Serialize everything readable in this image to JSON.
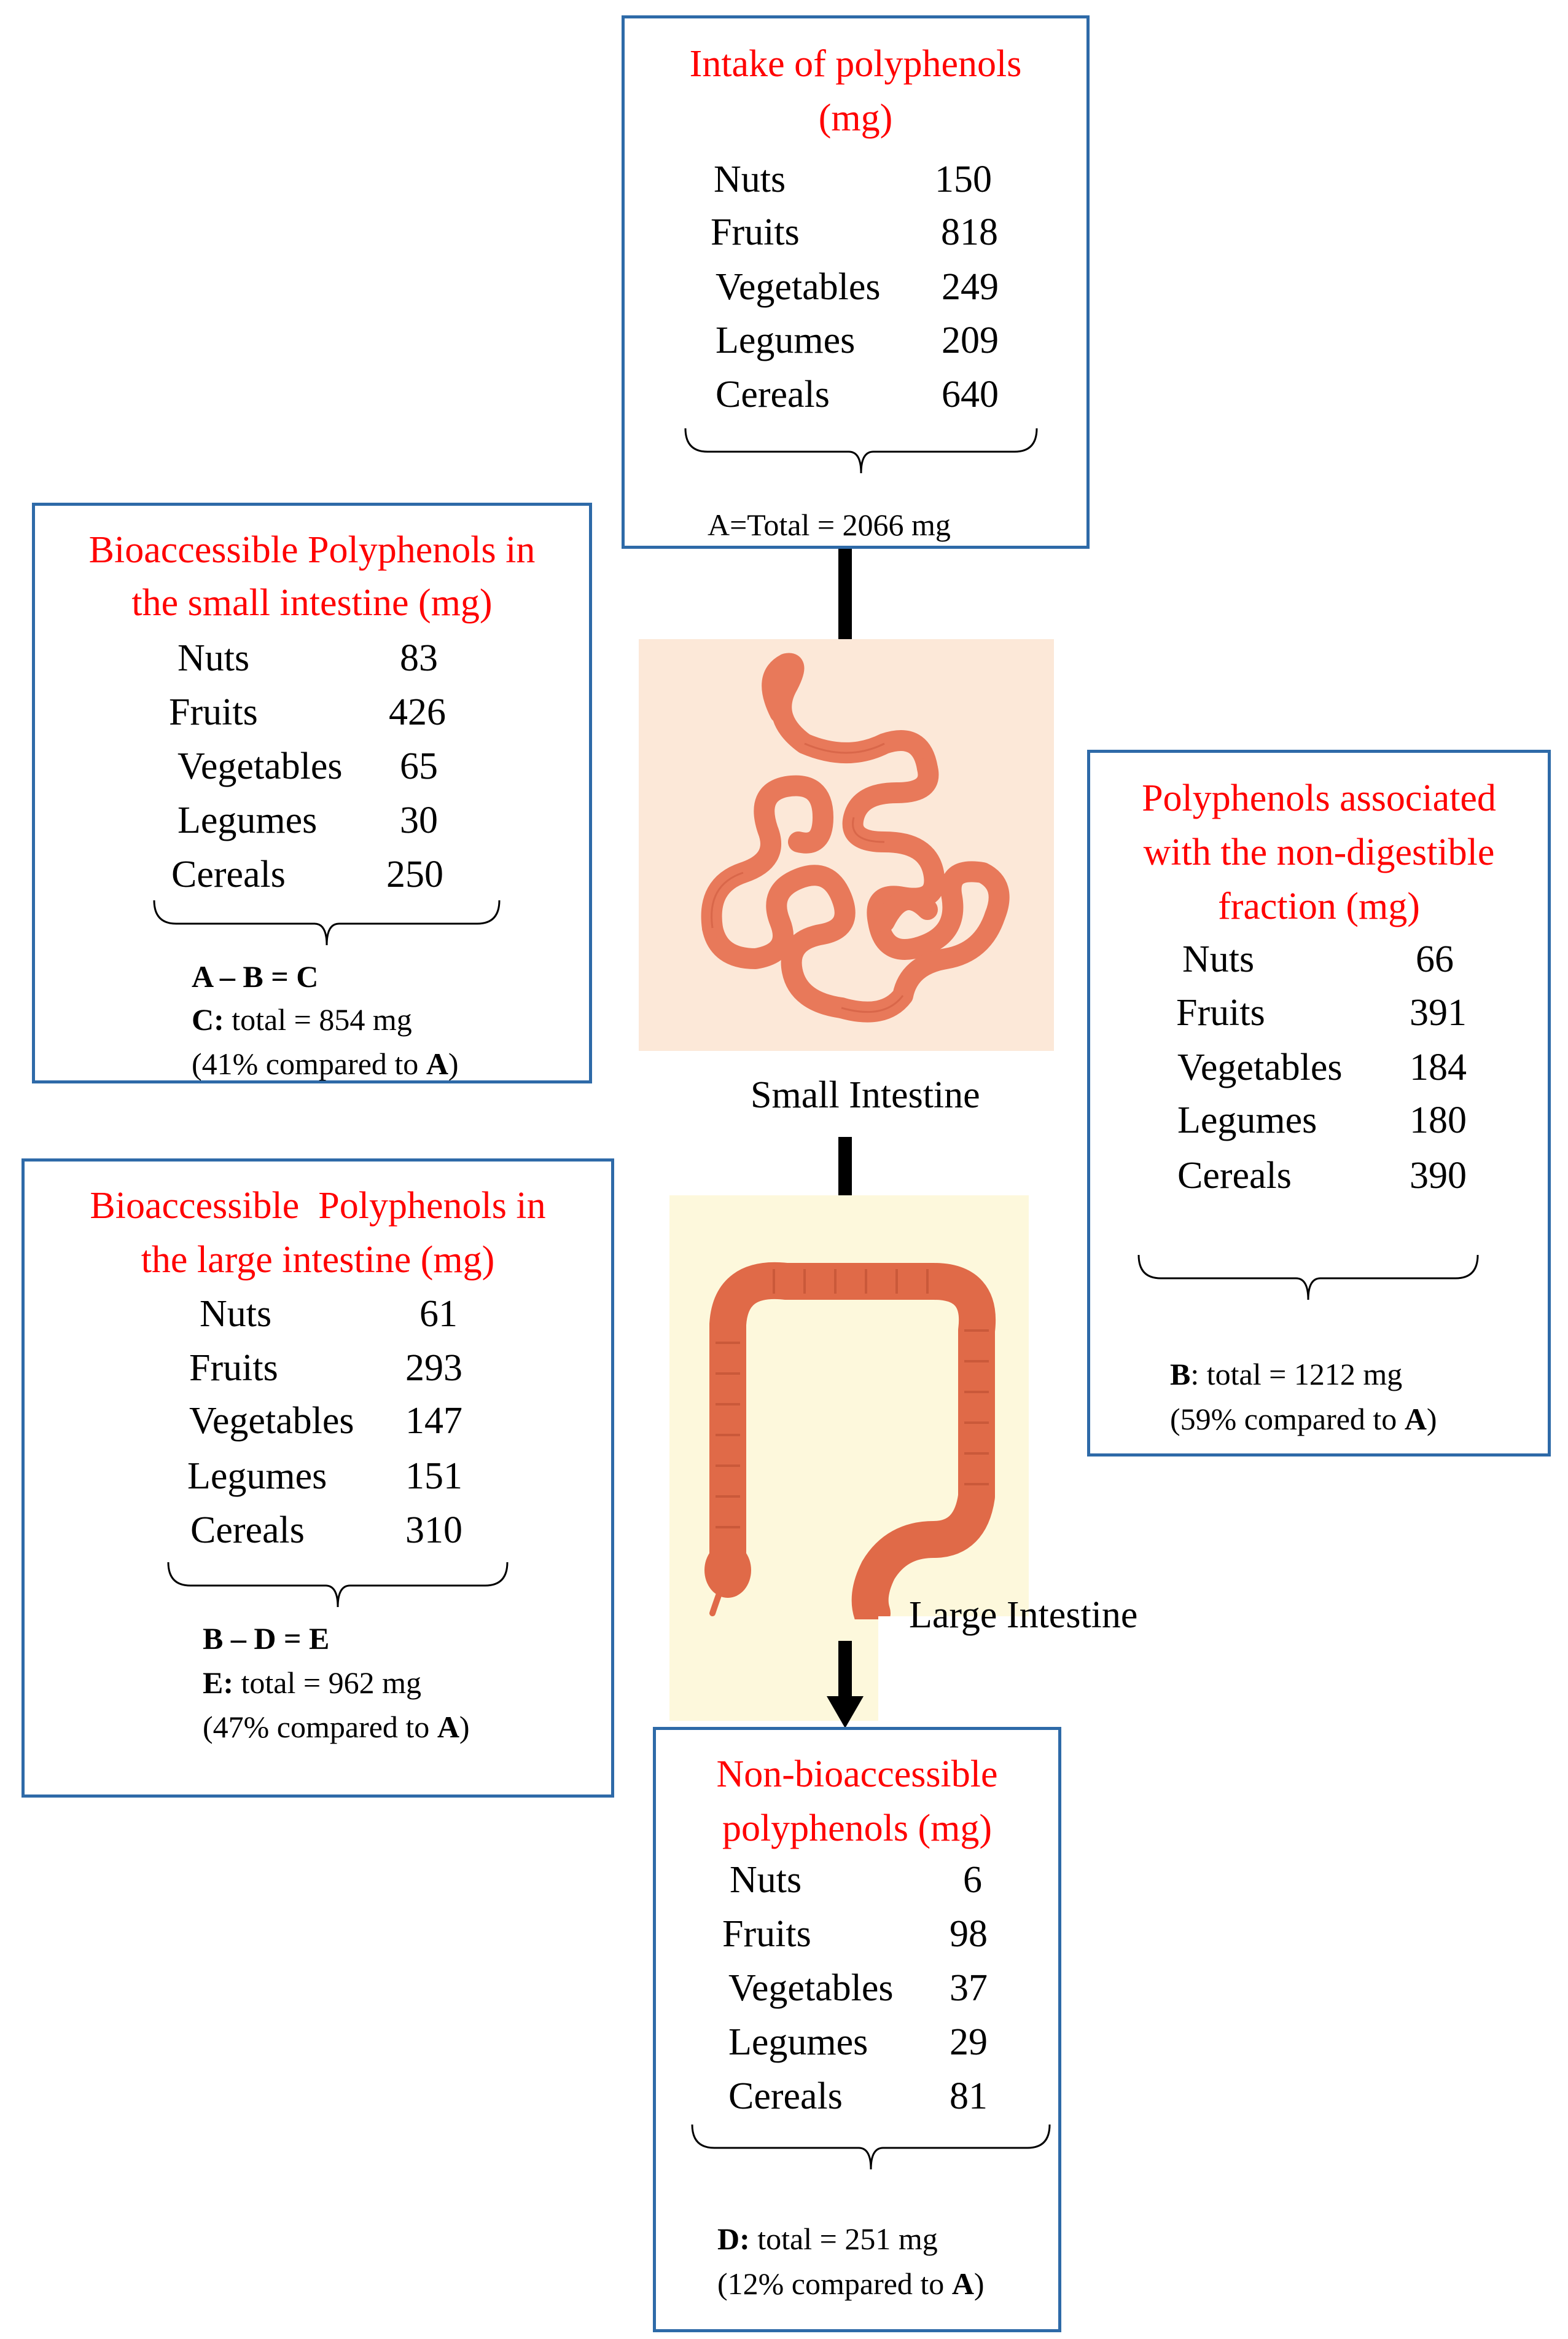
{
  "intake": {
    "title": "Intake of polyphenols (mg)",
    "rows": [
      {
        "label": "Nuts",
        "value": "150"
      },
      {
        "label": "Fruits",
        "value": "818"
      },
      {
        "label": "Vegetables",
        "value": "249"
      },
      {
        "label": "Legumes",
        "value": "209"
      },
      {
        "label": "Cereals",
        "value": "640"
      }
    ],
    "total": "A=Total = 2066 mg"
  },
  "small_bio": {
    "title_line1": "Bioaccessible Polyphenols in",
    "title_line2": "the small intestine (mg)",
    "rows": [
      {
        "label": "Nuts",
        "value": "83"
      },
      {
        "label": "Fruits",
        "value": "426"
      },
      {
        "label": "Vegetables",
        "value": "65"
      },
      {
        "label": "Legumes",
        "value": "30"
      },
      {
        "label": "Cereals",
        "value": "250"
      }
    ],
    "formula": "A – B = C",
    "total_key": "C:",
    "total_text": " total = 854 mg",
    "pct_text_pre": "(41% compared to ",
    "pct_key": "A",
    "pct_text_post": ")"
  },
  "nondigestible": {
    "title_line1": "Polyphenols associated",
    "title_line2": "with the non-digestible",
    "title_line3": "fraction (mg)",
    "rows": [
      {
        "label": "Nuts",
        "value": "66"
      },
      {
        "label": "Fruits",
        "value": "391"
      },
      {
        "label": "Vegetables",
        "value": "184"
      },
      {
        "label": "Legumes",
        "value": "180"
      },
      {
        "label": "Cereals",
        "value": "390"
      }
    ],
    "total_key": "B",
    "total_text": ": total = 1212 mg",
    "pct_text_pre": "(59% compared to ",
    "pct_key": "A",
    "pct_text_post": ")"
  },
  "large_bio": {
    "title_line1": "Bioaccessible  Polyphenols in",
    "title_line2": "the large intestine (mg)",
    "rows": [
      {
        "label": "Nuts",
        "value": "61"
      },
      {
        "label": "Fruits",
        "value": "293"
      },
      {
        "label": "Vegetables",
        "value": "147"
      },
      {
        "label": "Legumes",
        "value": "151"
      },
      {
        "label": "Cereals",
        "value": "310"
      }
    ],
    "formula": "B – D = E",
    "total_key": "E:",
    "total_text": " total = 962 mg",
    "pct_text_pre": "(47% compared to ",
    "pct_key": "A",
    "pct_text_post": ")"
  },
  "nonbio": {
    "title_line1": "Non-bioaccessible",
    "title_line2": "polyphenols (mg)",
    "rows": [
      {
        "label": "Nuts",
        "value": "6"
      },
      {
        "label": "Fruits",
        "value": "98"
      },
      {
        "label": "Vegetables",
        "value": "37"
      },
      {
        "label": "Legumes",
        "value": "29"
      },
      {
        "label": "Cereals",
        "value": "81"
      }
    ],
    "total_key": "D:",
    "total_text": " total = 251 mg",
    "pct_text_pre": "(12% compared to ",
    "pct_key": "A",
    "pct_text_post": ")"
  },
  "captions": {
    "small_intestine": "Small Intestine",
    "large_intestine": "Large Intestine"
  },
  "colors": {
    "box_border": "#2e6aa8",
    "title_red": "#ff0000",
    "organ_small_bg": "#fce8d8",
    "organ_large_bg": "#fdf8dc",
    "intestine": "#e8795a"
  }
}
